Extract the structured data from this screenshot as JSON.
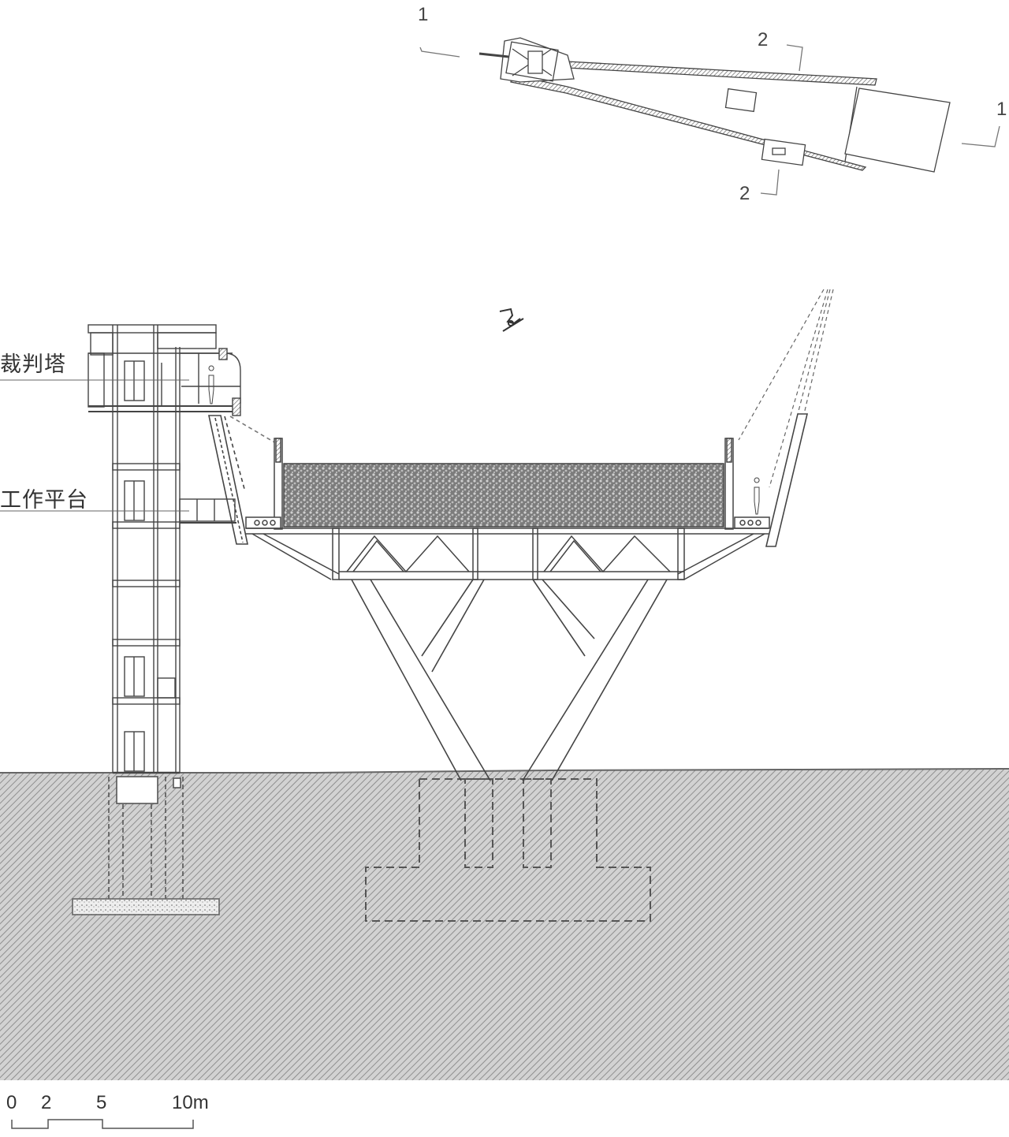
{
  "drawing": {
    "type": "section",
    "subject": "ski jump platform with judges tower"
  },
  "plan": {
    "section_marks": [
      {
        "id": "section-1-left",
        "label": "1"
      },
      {
        "id": "section-2-top",
        "label": "2"
      },
      {
        "id": "section-1-right",
        "label": "1"
      },
      {
        "id": "section-2-bottom",
        "label": "2"
      }
    ]
  },
  "section": {
    "labels": {
      "judge_tower": "裁判塔",
      "work_platform": "工作平台"
    }
  },
  "scale_bar": {
    "ticks": [
      "0",
      "2",
      "5",
      "10m"
    ]
  },
  "colors": {
    "line": "#444444",
    "ground_fill": "#c8c8c8",
    "gravel": "#8a8a8a",
    "background": "#ffffff"
  }
}
